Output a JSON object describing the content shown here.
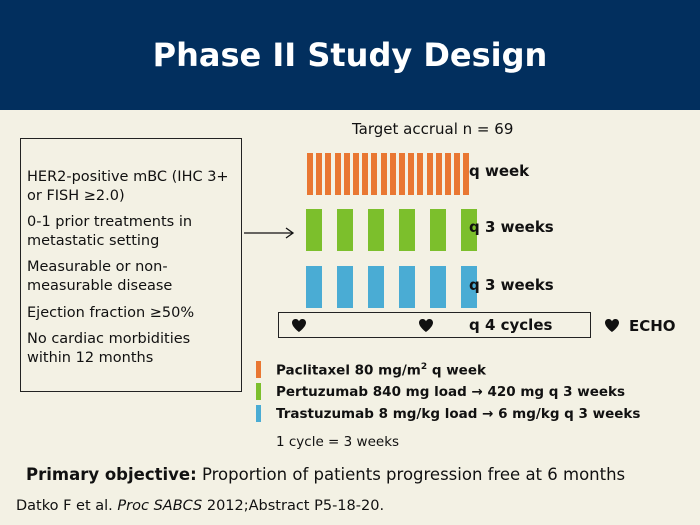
{
  "header": {
    "title": "Phase II Study Design"
  },
  "accrual": "Target accrual n = 69",
  "criteria": [
    "HER2-positive mBC (IHC 3+ or FISH ≥2.0)",
    "0-1 prior treatments in metastatic setting",
    "Measurable or non-measurable disease",
    "Ejection fraction ≥50%",
    "No cardiac morbidities within 12 months"
  ],
  "schedules": {
    "paclitaxel": "q week",
    "pertuzumab": "q 3 weeks",
    "trastuzumab": "q 3 weeks",
    "echo_cycle": "q 4 cycles"
  },
  "echo_label": "ECHO",
  "legend": {
    "paclitaxel": {
      "pre": "Paclitaxel 80 mg/m",
      "sup": "2",
      "post": " q week",
      "color": "#e97732"
    },
    "pertuzumab": {
      "pre": "Pertuzumab 840 mg load ",
      "arrow": "→",
      "post": " 420 mg q 3 weeks",
      "color": "#7cbf2c"
    },
    "trastuzumab": {
      "pre": "Trastuzumab 8 mg/kg load ",
      "arrow": "→",
      "post": " 6 mg/kg q 3 weeks",
      "color": "#4aacd4"
    }
  },
  "cycle_note": "1 cycle = 3 weeks",
  "objective": {
    "label": "Primary objective:",
    "text": " Proportion of patients progression free at 6 months"
  },
  "citation": {
    "authors": "Datko F et al. ",
    "journal": "Proc SABCS",
    "rest": " 2012;Abstract P5-18-20."
  },
  "colors": {
    "header": "#022f5e",
    "background": "#f3f1e4"
  },
  "icons": {
    "echo_marker": "heart-icon",
    "arrow": "arrow-right-icon"
  }
}
